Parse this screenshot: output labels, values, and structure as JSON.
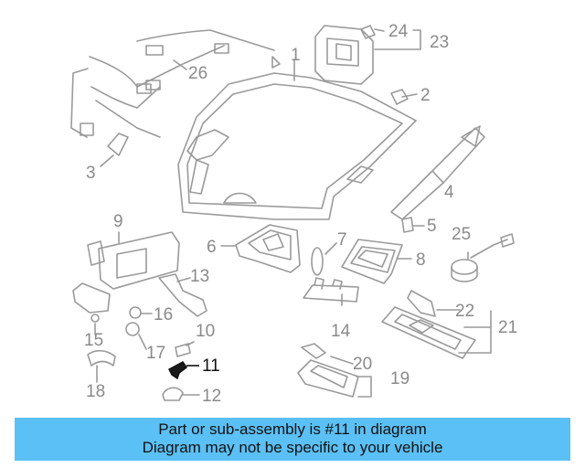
{
  "callouts": {
    "c1": "1",
    "c2": "2",
    "c3": "3",
    "c4": "4",
    "c5": "5",
    "c6": "6",
    "c7": "7",
    "c8": "8",
    "c9": "9",
    "c10": "10",
    "c11": "11",
    "c12": "12",
    "c13": "13",
    "c14": "14",
    "c15": "15",
    "c16": "16",
    "c17": "17",
    "c18": "18",
    "c19": "19",
    "c20": "20",
    "c21": "21",
    "c22": "22",
    "c23": "23",
    "c24": "24",
    "c25": "25",
    "c26": "26"
  },
  "highlight_color": "#111111",
  "banner": {
    "line1": "Part or sub-assembly is #11 in diagram",
    "line2": "Diagram may not be specific to your vehicle",
    "color": "#5bc0f5"
  }
}
